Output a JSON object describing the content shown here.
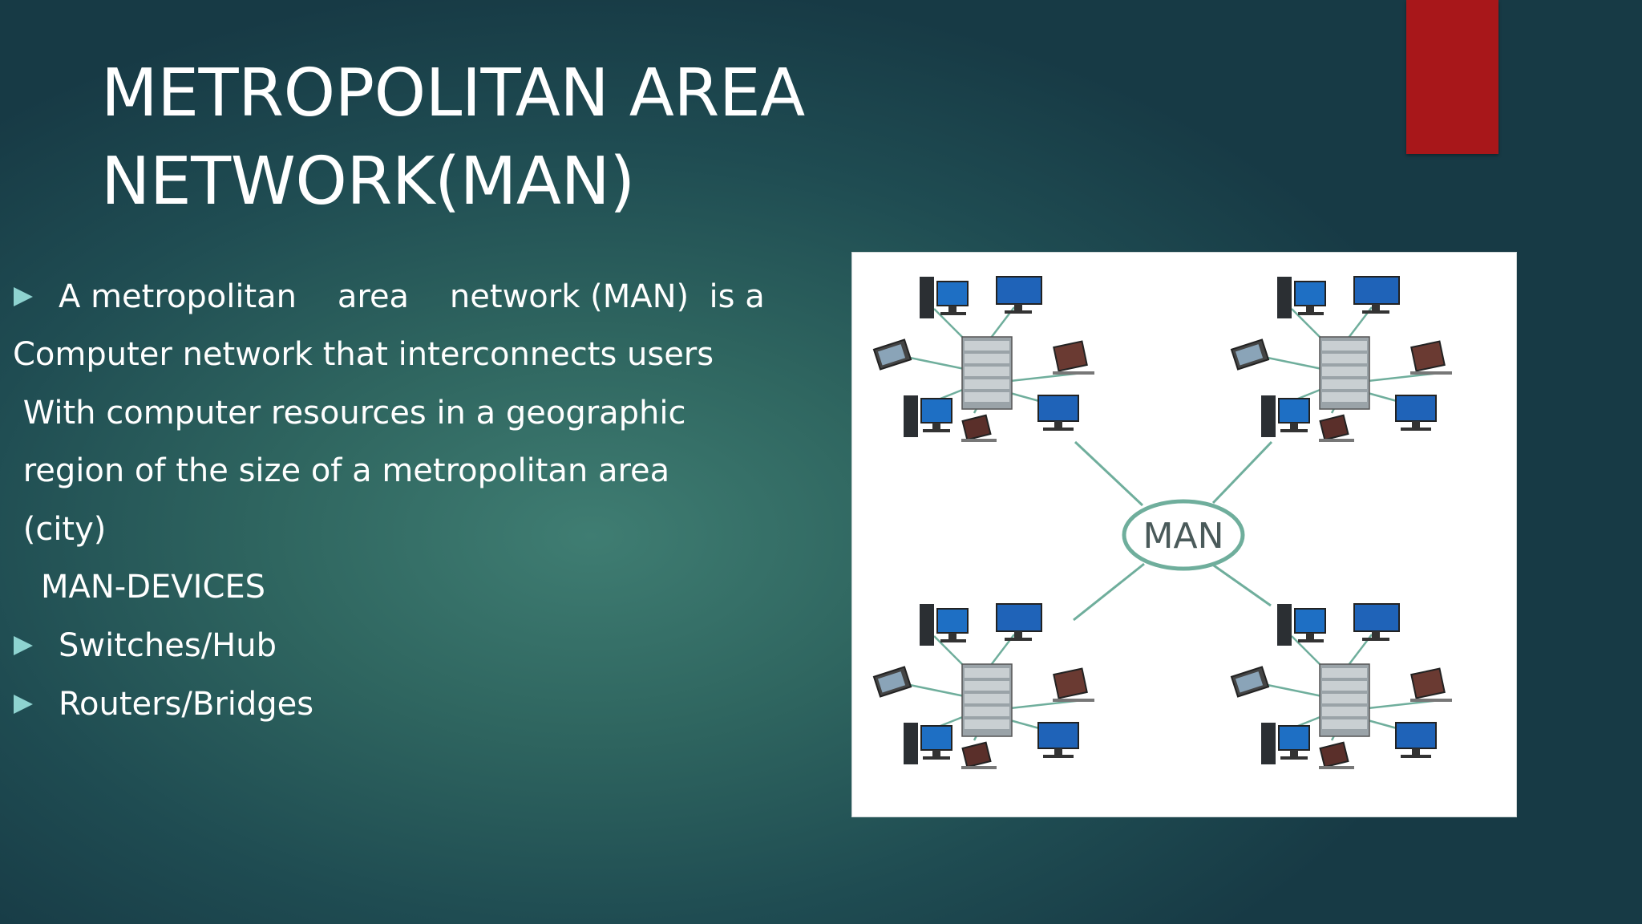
{
  "slide": {
    "title_line1": "METROPOLITAN AREA",
    "title_line2": "NETWORK(MAN)",
    "accent_color": "#a8171a",
    "bullet_color": "#8ed3d0"
  },
  "body": {
    "para_line1": "A metropolitan    area    network (MAN)  is a",
    "para_line2": "Computer network that interconnects users",
    "para_line3": " With computer resources in a geographic",
    "para_line4": " region of the size of a metropolitan area",
    "para_line5": " (city)",
    "devices_heading": "MAN-DEVICES",
    "bullet_items": [
      "Switches/Hub",
      "Routers/Bridges"
    ]
  },
  "diagram": {
    "center_label": "MAN",
    "line_color": "#6fae9c",
    "icon_names": [
      "server-rack-icon",
      "desktop-computer-icon",
      "monitor-icon",
      "laptop-icon",
      "tablet-icon"
    ]
  }
}
